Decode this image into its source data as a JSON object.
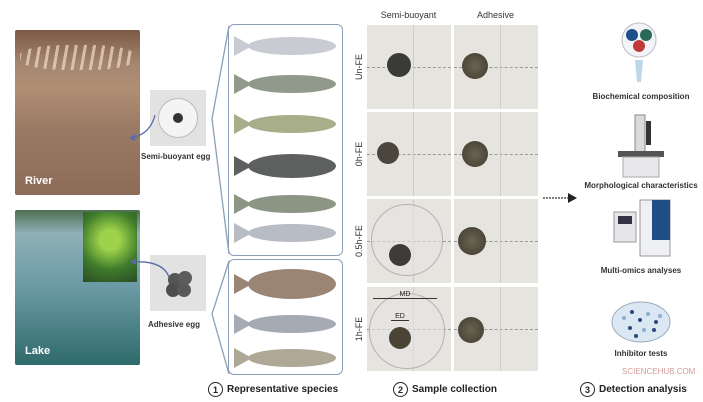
{
  "habitats": [
    {
      "label": "River"
    },
    {
      "label": "Lake"
    }
  ],
  "eggs": {
    "semi_buoyant": "Semi-buoyant egg",
    "adhesive": "Adhesive egg"
  },
  "steps": [
    {
      "number": "1",
      "label": "Representative species"
    },
    {
      "number": "2",
      "label": "Sample collection"
    },
    {
      "number": "3",
      "label": "Detection analysis"
    }
  ],
  "sample_grid": {
    "columns": [
      "Semi-buoyant",
      "Adhesive"
    ],
    "rows": [
      "Un-FE",
      "0h-FE",
      "0.5h-FE",
      "1h-FE"
    ],
    "annotations": {
      "md": "MD",
      "ed": "ED"
    }
  },
  "detection": [
    "Biochemical composition",
    "Morphological characteristics",
    "Multi-omics analyses",
    "Inhibitor tests"
  ],
  "watermark": "SCIENCEHUB.COM"
}
